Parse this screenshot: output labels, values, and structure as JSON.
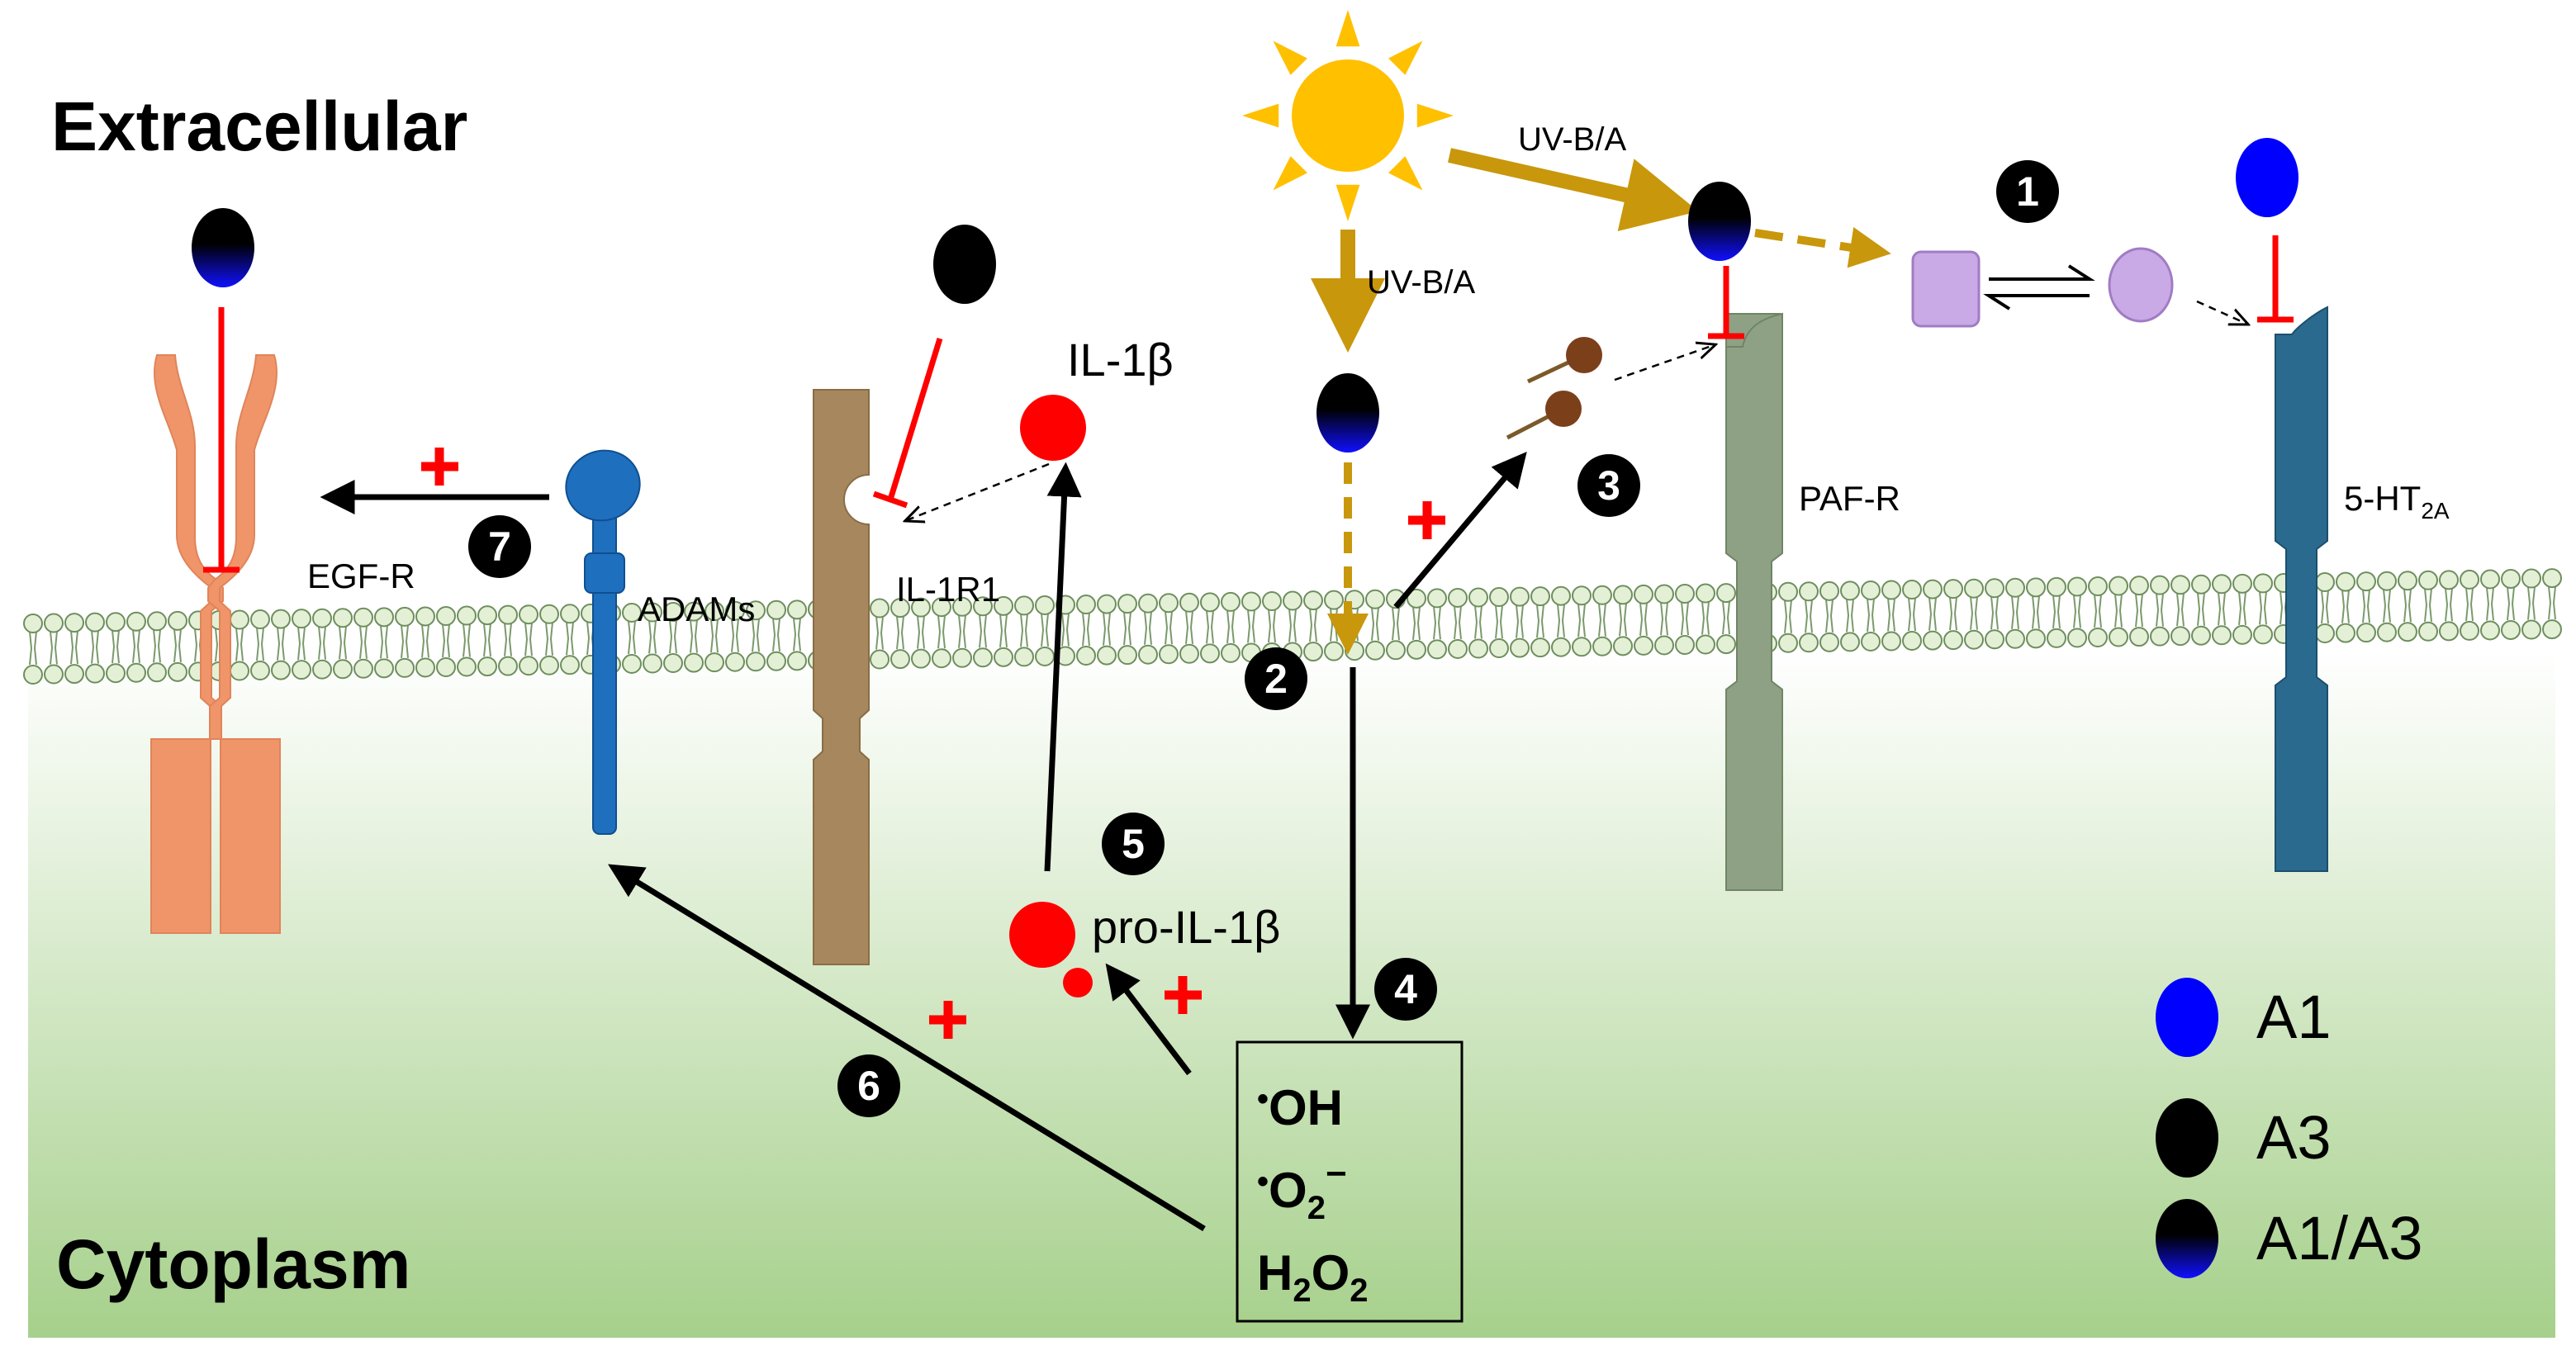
{
  "regions": {
    "extracellular": "Extracellular",
    "cytoplasm": "Cytoplasm"
  },
  "receptors": {
    "egfr": "EGF-R",
    "adams": "ADAMs",
    "il1r1": "IL-1R1",
    "pafr": "PAF-R",
    "ht2a_main": "5-HT",
    "ht2a_sub": "2A"
  },
  "molecules": {
    "il1b": "IL-1β",
    "pro_il1b": "pro-IL-1β"
  },
  "arrows": {
    "uv_top": "UV-B/A",
    "uv_down": "UV-B/A"
  },
  "ros": {
    "oh_dot": "•",
    "oh": "OH",
    "o2_dot": "•",
    "o2": "O",
    "o2_sub": "2",
    "o2_sup": "−",
    "h2o2_h": "H",
    "h2o2_sub1": "2",
    "h2o2_o": "O",
    "h2o2_sub2": "2"
  },
  "steps": [
    "1",
    "2",
    "3",
    "4",
    "5",
    "6",
    "7"
  ],
  "legend": [
    {
      "label": "A1",
      "fill": "blue"
    },
    {
      "label": "A3",
      "fill": "black"
    },
    {
      "label": "A1/A3",
      "fill": "gradient"
    }
  ],
  "colors": {
    "egfr": "#f0956a",
    "adams": "#1f6fbf",
    "il1r1": "#a6875e",
    "pafr": "#8fa184",
    "ht2a": "#2a6a8f",
    "uv_arrow": "#c9970c",
    "sun": "#ffc000",
    "il1b": "#ff0000",
    "inhibit": "#ff0000",
    "lilac": "#c9a9e6",
    "a1": "#0000ff",
    "a3": "#000000"
  }
}
